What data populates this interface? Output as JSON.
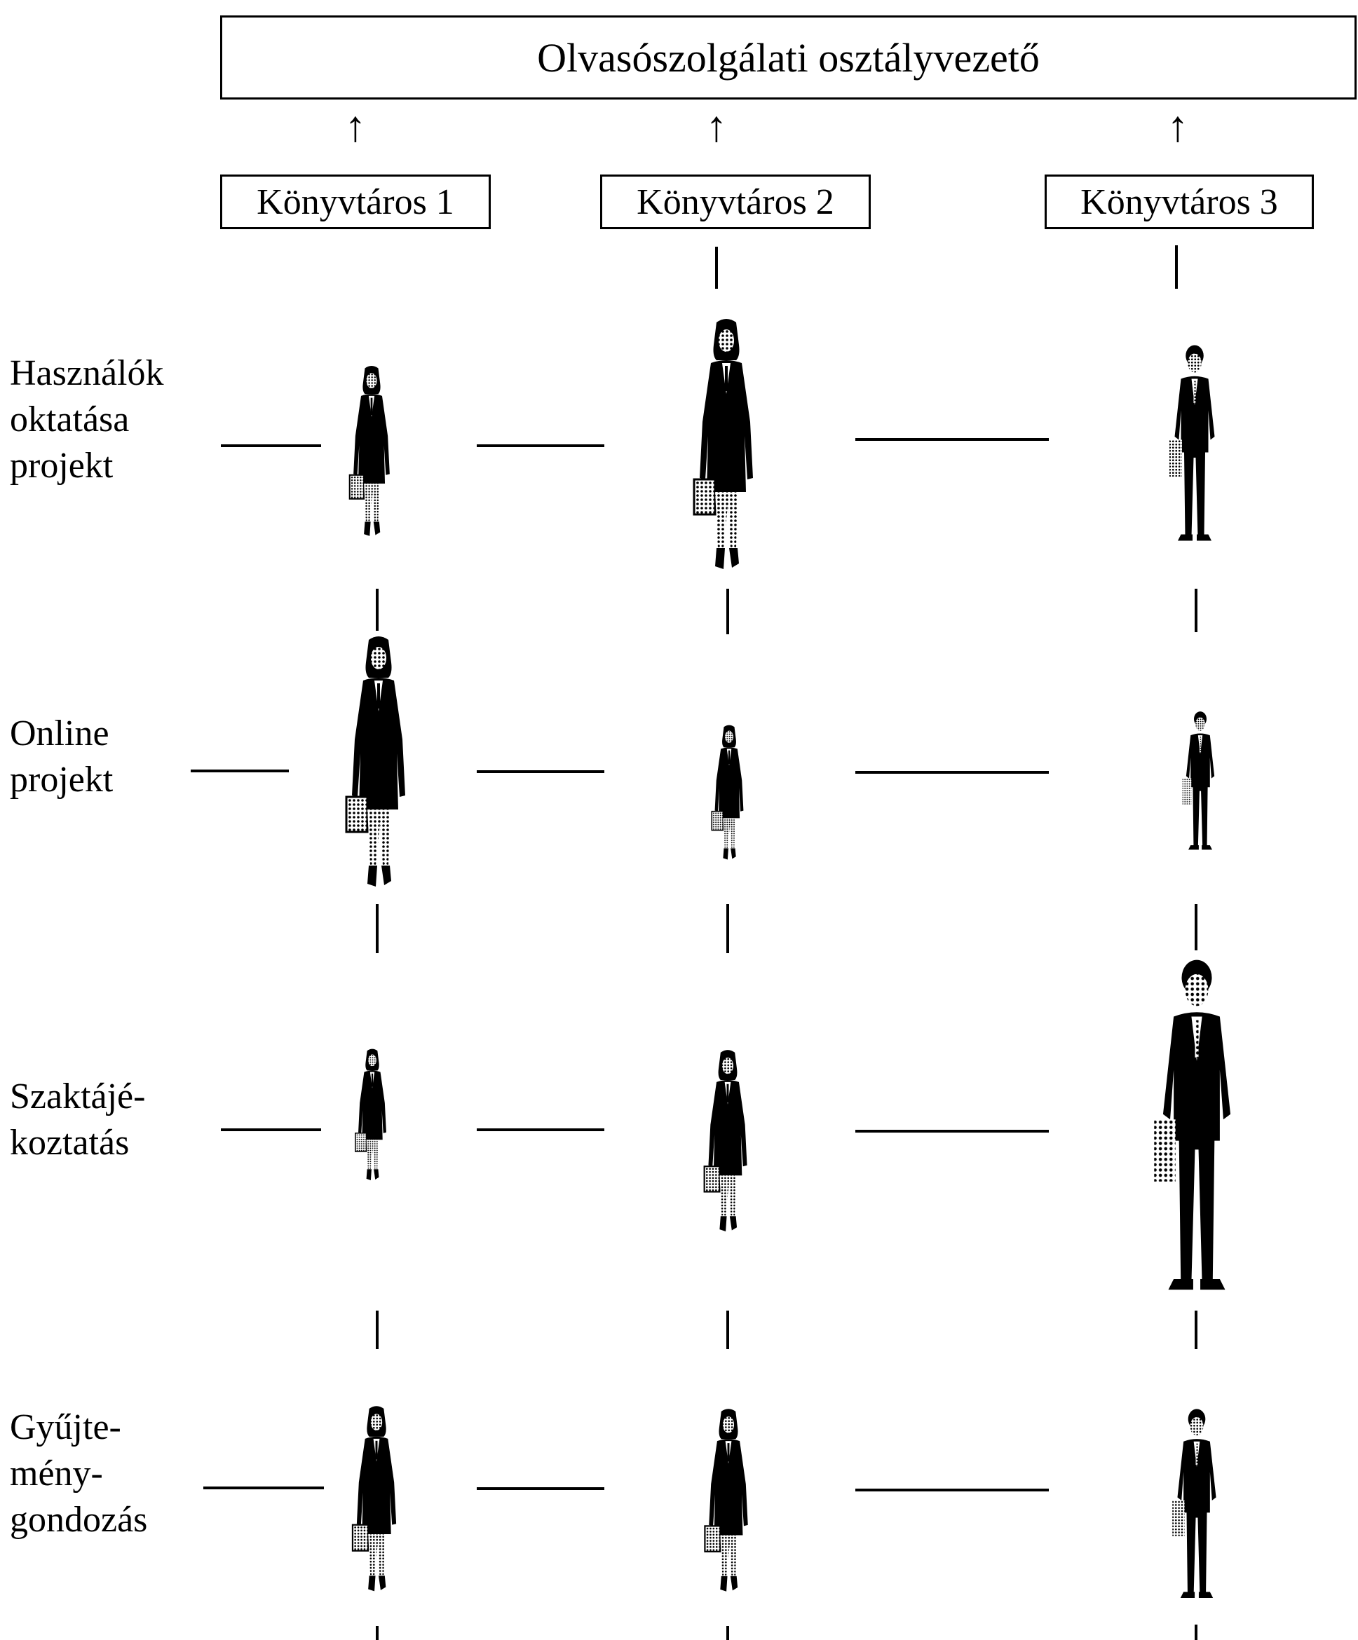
{
  "header": {
    "title": "Olvasószolgálati osztályvezető"
  },
  "librarians": [
    {
      "label": "Könyvtáros 1"
    },
    {
      "label": "Könyvtáros 2"
    },
    {
      "label": "Könyvtáros 3"
    }
  ],
  "arrow_glyph": "↑",
  "rows": [
    {
      "lines": [
        "Használók",
        "oktatása",
        "projekt"
      ]
    },
    {
      "lines": [
        "Online",
        "projekt"
      ]
    },
    {
      "lines": [
        "Szaktájé-",
        "koztatás"
      ]
    },
    {
      "lines": [
        "Gyűjte-",
        "mény-",
        "gondozás"
      ]
    }
  ],
  "icons": {
    "woman": "woman-with-briefcase-icon",
    "man": "man-with-briefcase-icon"
  },
  "figure_sizes_note_free": true
}
